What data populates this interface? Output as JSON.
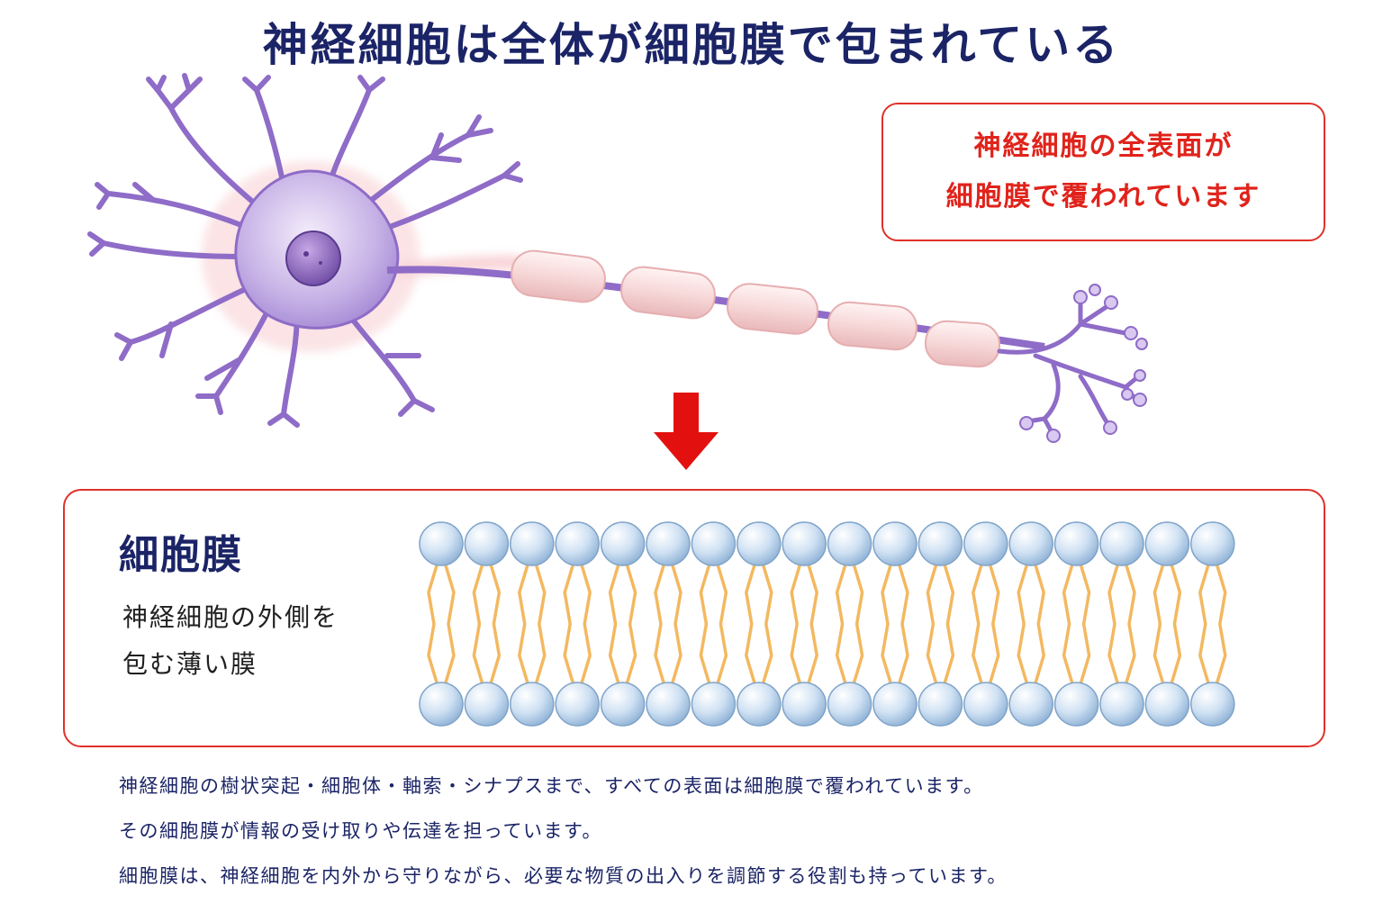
{
  "title": "神経細胞は全体が細胞膜で包まれている",
  "callout": {
    "line1": "神経細胞の全表面が",
    "line2": "細胞膜で覆われています"
  },
  "membrane": {
    "title": "細胞膜",
    "desc_line1": "神経細胞の外側を",
    "desc_line2": "包む薄い膜",
    "phospholipid_count": 18
  },
  "body": {
    "line1": "神経細胞の樹状突起・細胞体・軸索・シナプスまで、すべての表面は細胞膜で覆われています。",
    "line2": "その細胞膜が情報の受け取りや伝達を担っています。",
    "line3": "細胞膜は、神経細胞を内外から守りながら、必要な物質の出入りを調節する役割も持っています。"
  },
  "colors": {
    "title": "#1b2466",
    "accent_red": "#e0231b",
    "neuron": "#9b7fd0",
    "myelin": "#f5d3d3",
    "head": "#bcd6ee",
    "tail": "#f3b860"
  }
}
